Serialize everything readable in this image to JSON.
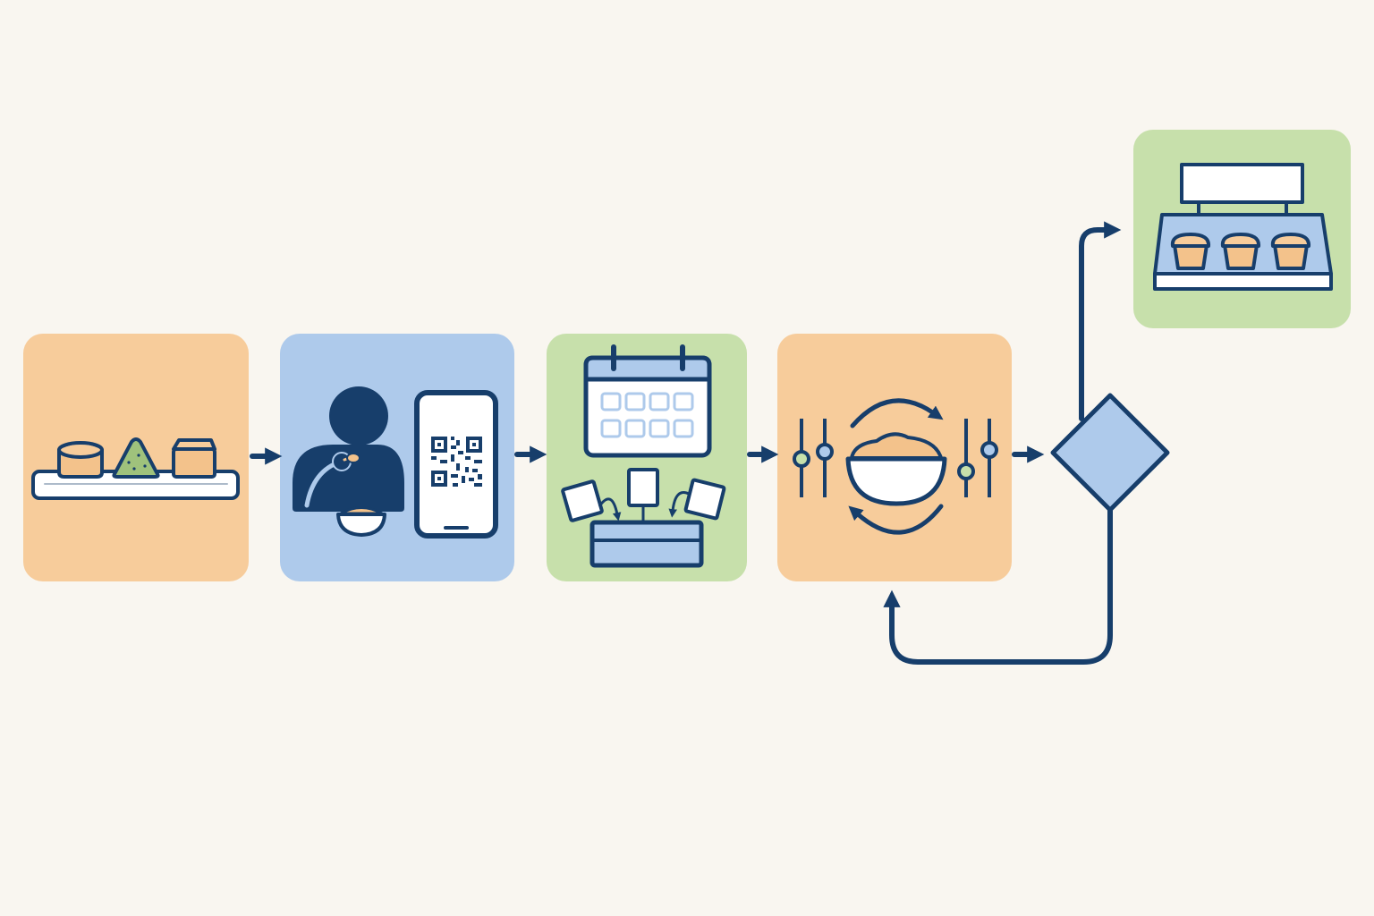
{
  "colors": {
    "background": "#f9f6f0",
    "navy": "#173e6b",
    "orange": "#f7cc9b",
    "blue": "#aecaeb",
    "green": "#c7e0ab",
    "food_orange": "#f3c28b",
    "food_green": "#9fc27c",
    "white": "#ffffff"
  },
  "steps": [
    {
      "id": "sample-tray",
      "icon": "dessert-tray-icon",
      "fill": "orange"
    },
    {
      "id": "customer-feedback",
      "icon": "person-eating-qr-phone-icon",
      "fill": "blue"
    },
    {
      "id": "schedule-collect",
      "icon": "calendar-cards-box-icon",
      "fill": "green"
    },
    {
      "id": "recipe-adjust",
      "icon": "bowl-adjust-cycle-icon",
      "fill": "orange"
    },
    {
      "id": "decision",
      "icon": "decision-diamond-icon",
      "fill": "blue"
    },
    {
      "id": "display-case",
      "icon": "display-counter-cups-icon",
      "fill": "green"
    }
  ],
  "connectors": [
    {
      "from": "sample-tray",
      "to": "customer-feedback"
    },
    {
      "from": "customer-feedback",
      "to": "schedule-collect"
    },
    {
      "from": "schedule-collect",
      "to": "recipe-adjust"
    },
    {
      "from": "recipe-adjust",
      "to": "decision"
    },
    {
      "from": "decision",
      "to": "display-case",
      "branch": "up"
    },
    {
      "from": "decision",
      "to": "recipe-adjust",
      "branch": "loop-back"
    }
  ]
}
